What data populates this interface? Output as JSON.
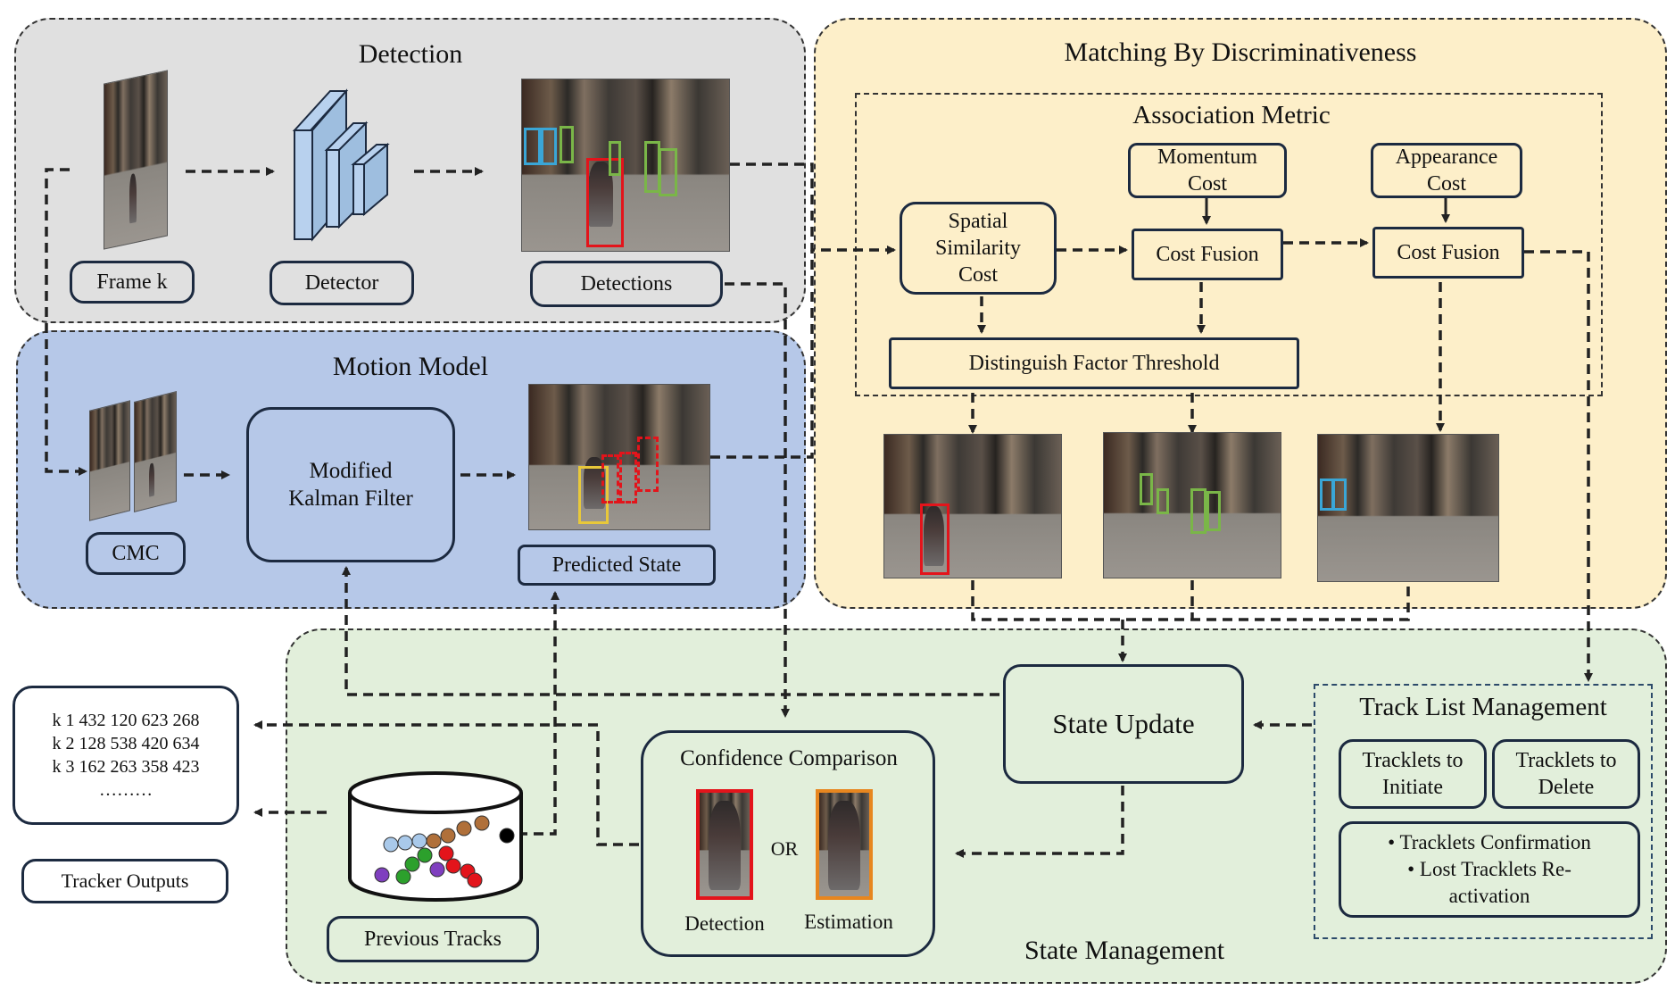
{
  "detection": {
    "title": "Detection",
    "frame_label": "Frame k",
    "detector_label": "Detector",
    "detections_label": "Detections"
  },
  "motion": {
    "title": "Motion Model",
    "cmc_label": "CMC",
    "kalman_label": "Modified\nKalman Filter",
    "predicted_label": "Predicted State"
  },
  "matching": {
    "title": "Matching By Discriminativeness",
    "association_title": "Association Metric",
    "momentum_cost": "Momentum\nCost",
    "appearance_cost": "Appearance\nCost",
    "spatial_cost": "Spatial\nSimilarity\nCost",
    "cost_fusion_1": "Cost Fusion",
    "cost_fusion_2": "Cost Fusion",
    "threshold": "Distinguish Factor Threshold"
  },
  "state": {
    "title": "State Management",
    "state_update": "State Update",
    "confidence_title": "Confidence Comparison",
    "or_label": "OR",
    "detection_label": "Detection",
    "estimation_label": "Estimation",
    "previous_tracks": "Previous Tracks",
    "track_list_title": "Track List Management",
    "initiate": "Tracklets to\nInitiate",
    "delete": "Tracklets to\nDelete",
    "bullet_1": "• Tracklets Confirmation",
    "bullet_2": "• Lost Tracklets Re-\nactivation"
  },
  "outputs": {
    "lines": [
      "k 1 432 120 623 268",
      "k 2 128 538 420 634",
      "k 3 162 263 358 423",
      "………"
    ],
    "label": "Tracker Outputs"
  },
  "colors": {
    "detection_bg": "#e0e0e0",
    "motion_bg": "#b6c8e8",
    "matching_bg": "#fdefc9",
    "state_bg": "#e2efdb",
    "bbox_red": "#e3141b",
    "bbox_green": "#7ab648",
    "bbox_blue": "#3aa6d6",
    "bbox_yellow": "#e8c83a",
    "bbox_orange": "#e7861f"
  }
}
